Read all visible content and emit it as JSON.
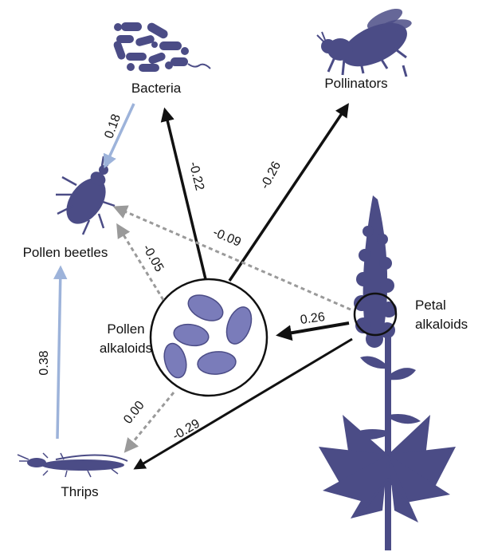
{
  "colors": {
    "silhouette": "#4b4c86",
    "pollen_grain": "#7a7cba",
    "positive_path": "#9db3da",
    "negative_path": "#111111",
    "nonsignificant_path": "#9a9a9a"
  },
  "nodes": {
    "bacteria": "Bacteria",
    "pollinators": "Pollinators",
    "pollen_beetles": "Pollen beetles",
    "thrips": "Thrips",
    "pollen_alkaloids_line1": "Pollen",
    "pollen_alkaloids_line2": "alkaloids",
    "petal_alkaloids_line1": "Petal",
    "petal_alkaloids_line2": "alkaloids"
  },
  "paths": [
    {
      "id": "bacteria-to-beetles",
      "from": "Bacteria",
      "to": "Pollen beetles",
      "coefficient": "0.18",
      "style": "positive"
    },
    {
      "id": "thrips-to-beetles",
      "from": "Thrips",
      "to": "Pollen beetles",
      "coefficient": "0.38",
      "style": "positive"
    },
    {
      "id": "pollen-to-bacteria",
      "from": "Pollen alkaloids",
      "to": "Bacteria",
      "coefficient": "-0.22",
      "style": "negative"
    },
    {
      "id": "pollen-to-pollinators",
      "from": "Pollen alkaloids",
      "to": "Pollinators",
      "coefficient": "-0.26",
      "style": "negative"
    },
    {
      "id": "pollen-to-beetles",
      "from": "Pollen alkaloids",
      "to": "Pollen beetles",
      "coefficient": "-0.05",
      "style": "nonsignificant"
    },
    {
      "id": "petal-to-beetles",
      "from": "Petal alkaloids",
      "to": "Pollen beetles",
      "coefficient": "-0.09",
      "style": "nonsignificant"
    },
    {
      "id": "petal-to-pollen",
      "from": "Petal alkaloids",
      "to": "Pollen alkaloids",
      "coefficient": "0.26",
      "style": "negative"
    },
    {
      "id": "pollen-to-thrips",
      "from": "Pollen alkaloids",
      "to": "Thrips",
      "coefficient": "0.00",
      "style": "nonsignificant"
    },
    {
      "id": "petal-to-thrips",
      "from": "Petal alkaloids",
      "to": "Thrips",
      "coefficient": "-0.29",
      "style": "negative"
    }
  ]
}
